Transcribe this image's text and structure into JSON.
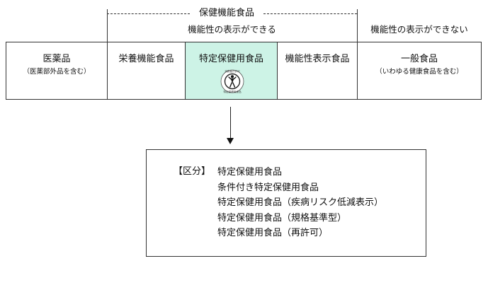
{
  "header": {
    "bracket_title": "保健機能食品",
    "can_label": "機能性の表示ができる",
    "cannot_label": "機能性の表示ができない"
  },
  "categories": [
    {
      "label": "医薬品",
      "sub": "（医薬部外品を含む）"
    },
    {
      "label": "栄養機能食品"
    },
    {
      "label": "特定保健用食品",
      "mark_icon": "tokuho-mark-icon",
      "highlight_color": "#cdf3e6"
    },
    {
      "label": "機能性表示食品"
    },
    {
      "label": "一般食品",
      "sub": "（いわゆる健康食品を含む）"
    }
  ],
  "classification": {
    "label": "【区分】",
    "items": [
      "特定保健用食品",
      "条件付き特定保健用食品",
      "特定保健用食品（疾病リスク低減表示）",
      "特定保健用食品（規格基準型）",
      "特定保健用食品（再許可）"
    ]
  }
}
